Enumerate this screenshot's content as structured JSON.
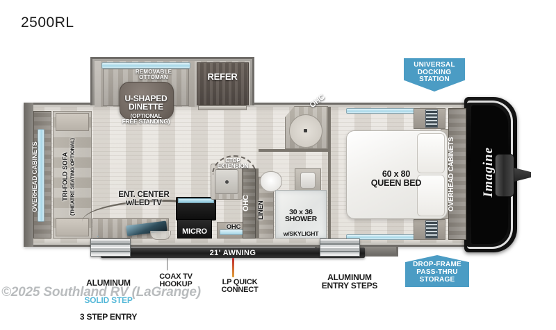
{
  "page": {
    "model_title": "2500RL",
    "watermark": "©2025 Southland RV (LaGrange)",
    "brand_logo": "Imagine"
  },
  "badges": [
    {
      "name": "universal-docking-station",
      "lines": "UNIVERSAL\nDOCKING\nSTATION",
      "color": "#4b9cc4"
    },
    {
      "name": "drop-frame-pass-thru-storage",
      "lines": "DROP-FRAME\nPASS-THRU\nSTORAGE",
      "color": "#4b9cc4"
    }
  ],
  "exterior_callouts": [
    {
      "name": "aluminum-solid-step",
      "line1": "ALUMINUM",
      "line2": "SOLID STEP",
      "line3": "3 STEP ENTRY",
      "highlight_color": "#54b8d8"
    },
    {
      "name": "coax-tv-hookup",
      "text": "COAX TV\nHOOKUP"
    },
    {
      "name": "lp-quick-connect",
      "text": "LP QUICK\nCONNECT"
    },
    {
      "name": "aluminum-entry-steps",
      "text": "ALUMINUM\nENTRY STEPS"
    },
    {
      "name": "awning",
      "text": "21' AWNING"
    }
  ],
  "interior_labels": {
    "removable_ottoman": "REMOVABLE\nOTTOMAN",
    "u_shaped_dinette": "U-SHAPED\nDINETTE",
    "u_shaped_dinette_note": "(OPTIONAL\nFREE STANDING)",
    "refer": "REFER",
    "overhead_cabinets_rear": "OVERHEAD CABINETS",
    "tri_fold_sofa": "TRI-FOLD SOFA",
    "tri_fold_sofa_note": "(THEATRE SEATING OPTIONAL)",
    "ent_center": "ENT. CENTER\nw/LED TV",
    "micro": "MICRO",
    "ohc_kitchen": "OHC",
    "ctop_extension": "CTOP\nEXTENSION",
    "ohc_column": "OHC",
    "ohc_wardrobe": "OHC",
    "linen": "LINEN",
    "shower_size": "30 x 36",
    "shower": "SHOWER",
    "shower_note": "w/SKYLIGHT",
    "bed_size": "60 x 80",
    "bed": "QUEEN BED",
    "overhead_cabinets_bed": "OVERHEAD CABINETS"
  }
}
